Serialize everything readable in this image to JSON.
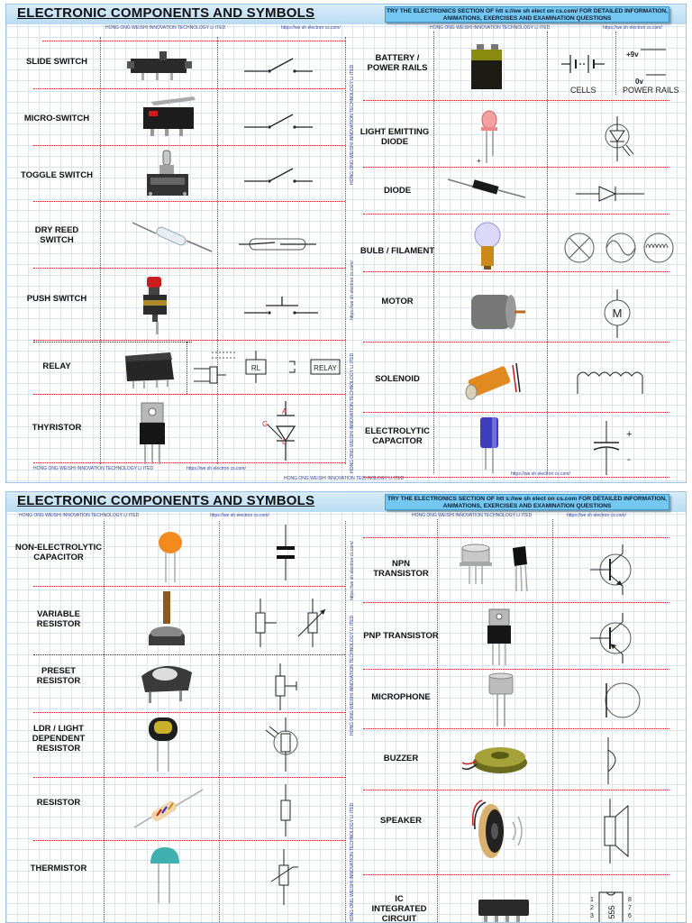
{
  "sheets": [
    {
      "title": "ELECTRONIC COMPONENTS AND SYMBOLS",
      "promo": "TRY THE ELECTRONICS SECTION OF htt  s://we sh elect  on cs.com/ FOR DETAILED INFORMATION, ANIMATIONS, EXERCISES AND EXAMINATION QUESTIONS",
      "credit_left": "HONG   ONG WEISHI INNOVATION TECHNOLOGY LI   ITED",
      "credit_url": "https://we sh electron cs.com/",
      "left_items": [
        "SLIDE SWITCH",
        "MICRO-SWITCH",
        "TOGGLE SWITCH",
        "DRY REED SWITCH",
        "PUSH SWITCH",
        "RELAY",
        "THYRISTOR"
      ],
      "right_items": [
        "BATTERY / POWER RAILS",
        "LIGHT EMITTING DIODE",
        "DIODE",
        "BULB / FILAMENT",
        "MOTOR",
        "SOLENOID",
        "ELECTROLYTIC CAPACITOR"
      ],
      "symbol_text": {
        "cells": "CELLS",
        "power_rails": "POWER RAILS",
        "plus9v": "+9v",
        "zerov": "0v",
        "rl": "RL",
        "relay": "RELAY",
        "motor_m": "M",
        "gate": "G",
        "anode": "A",
        "cathode": "C",
        "plus": "+",
        "minus": "-"
      }
    },
    {
      "title": "ELECTRONIC COMPONENTS AND SYMBOLS",
      "promo": "TRY THE ELECTRONICS SECTION OF htt  s://we sh elect  on cs.com FOR DETAILED INFORMATION, ANIMATIONS, EXERCISES AND EXAMINATION QUESTIONS",
      "credit_left": "HONG   ONG WEISHI INNOVATION TECHNOLOGY LI   ITED",
      "credit_url": "https://we sh electron cs.com/",
      "left_items": [
        "NON-ELECTROLYTIC CAPACITOR",
        "VARIABLE RESISTOR",
        "PRESET RESISTOR",
        "LDR / LIGHT DEPENDENT RESISTOR",
        "RESISTOR",
        "THERMISTOR"
      ],
      "right_items": [
        "NPN TRANSISTOR",
        "PNP TRANSISTOR",
        "MICROPHONE",
        "BUZZER",
        "SPEAKER",
        "IC INTEGRATED CIRCUIT"
      ],
      "symbol_text": {
        "ic_number": "555",
        "pins_left": [
          "1",
          "2",
          "3"
        ],
        "pins_right": [
          "8",
          "7",
          "6"
        ]
      }
    }
  ]
}
